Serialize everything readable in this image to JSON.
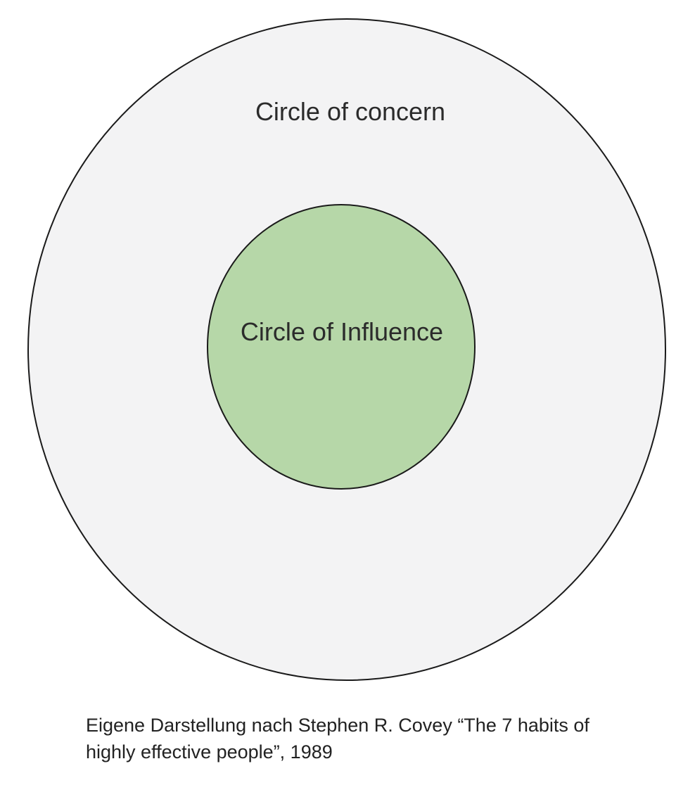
{
  "diagram": {
    "outer_circle": {
      "label": "Circle of concern",
      "fill": "#f3f3f4",
      "stroke": "#1a1a1a"
    },
    "inner_circle": {
      "label": "Circle of Influence",
      "fill": "#b6d7a8",
      "stroke": "#1a1a1a"
    }
  },
  "caption": {
    "line1": "Eigene Darstellung nach Stephen R. Covey “The 7 habits of",
    "line2": "highly effective people”, 1989"
  }
}
